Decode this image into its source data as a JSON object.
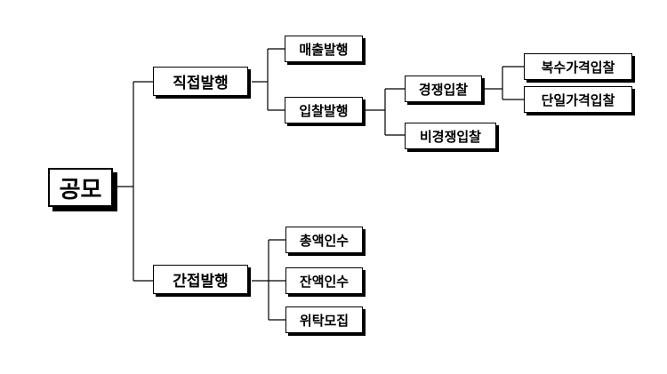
{
  "diagram": {
    "root": {
      "label": "공모"
    },
    "direct": {
      "label": "직접발행"
    },
    "indirect": {
      "label": "간접발행"
    },
    "sales_issue": {
      "label": "매출발행"
    },
    "bid_issue": {
      "label": "입찰발행"
    },
    "competitive_bid": {
      "label": "경쟁입찰"
    },
    "noncompetitive_bid": {
      "label": "비경쟁입찰"
    },
    "multi_price_bid": {
      "label": "복수가격입찰"
    },
    "single_price_bid": {
      "label": "단일가격입찰"
    },
    "total_underwriting": {
      "label": "총액인수"
    },
    "residual_underwriting": {
      "label": "잔액인수"
    },
    "consignment_offering": {
      "label": "위탁모집"
    }
  }
}
